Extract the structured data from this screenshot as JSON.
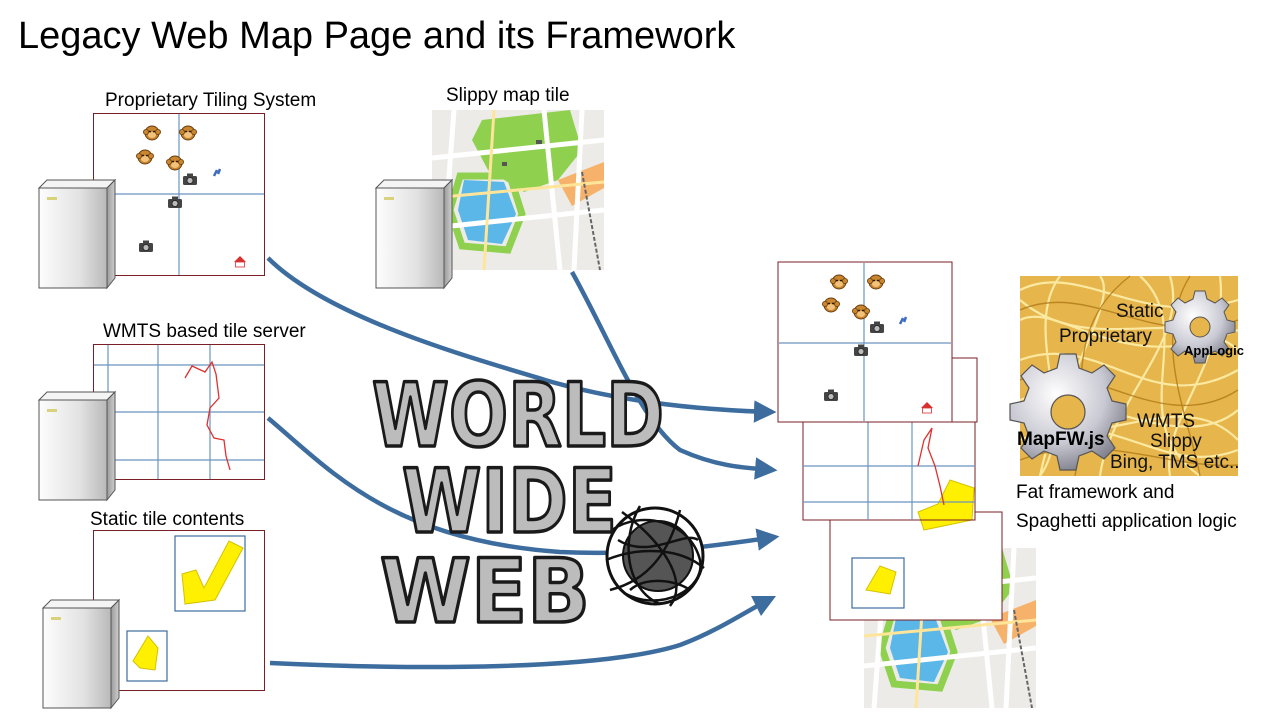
{
  "title": "Legacy Web Map Page and its Framework",
  "sources": {
    "proprietary": "Proprietary Tiling System",
    "slippy": "Slippy map tile",
    "wmts": "WMTS based tile server",
    "static": "Static tile contents"
  },
  "www": [
    "WORLD",
    "WIDE",
    "WEB"
  ],
  "framework": {
    "static_label": "Static",
    "proprietary_label": "Proprietary",
    "applogic_label": "AppLogic",
    "mapfw_label": "MapFW.js",
    "wmts_label": "WMTS",
    "slippy_label": "Slippy",
    "bing_label": "Bing, TMS etc..",
    "caption_line1": "Fat framework and",
    "caption_line2": "Spaghetti application logic"
  },
  "colors": {
    "arrow": "#3d6d9e",
    "grid": "#6b95bf",
    "panel_border": "#7a1f25",
    "route": "#e03030",
    "polygon": "#ffef00",
    "park": "#8fd14f",
    "water": "#5ab7e8",
    "noodle": "#d9a93a"
  }
}
